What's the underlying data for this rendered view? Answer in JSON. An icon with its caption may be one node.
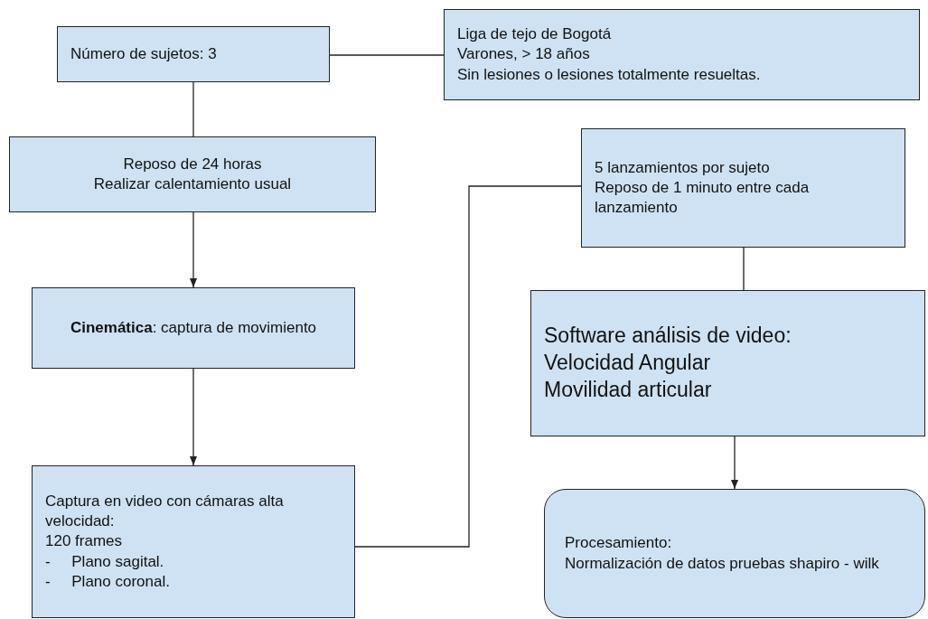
{
  "diagram": {
    "nodes": [
      {
        "text": [
          "Número de sujetos: 3"
        ]
      },
      {
        "text": [
          "Liga de tejo de Bogotá",
          "Varones, > 18 años",
          "Sin lesiones o lesiones totalmente resueltas."
        ]
      },
      {
        "text": [
          "Reposo de 24 horas",
          "Realizar calentamiento usual"
        ]
      },
      {
        "text": [
          "5 lanzamientos por sujeto",
          "Reposo de 1 minuto entre cada lanzamiento"
        ]
      },
      {
        "text": [
          "**Cinemática**: captura de movimiento"
        ]
      },
      {
        "text": [
          "Software análisis de video:",
          "Velocidad Angular",
          "Movilidad articular"
        ]
      },
      {
        "text": [
          "Captura en video con cámaras alta velocidad:",
          "120 frames",
          "-     Plano sagital.",
          "-     Plano coronal."
        ]
      },
      {
        "text": [
          "Procesamiento:",
          "Normalización de datos pruebas shapiro - wilk"
        ]
      }
    ],
    "edges": [
      {
        "from": 0,
        "to": 1,
        "arrow": "none"
      },
      {
        "from": 0,
        "to": 2,
        "arrow": "none"
      },
      {
        "from": 2,
        "to": 4,
        "arrow": "to"
      },
      {
        "from": 4,
        "to": 6,
        "arrow": "to"
      },
      {
        "from": 6,
        "to": 3,
        "arrow": "none"
      },
      {
        "from": 3,
        "to": 5,
        "arrow": "none"
      },
      {
        "from": 5,
        "to": 7,
        "arrow": "to"
      }
    ]
  }
}
